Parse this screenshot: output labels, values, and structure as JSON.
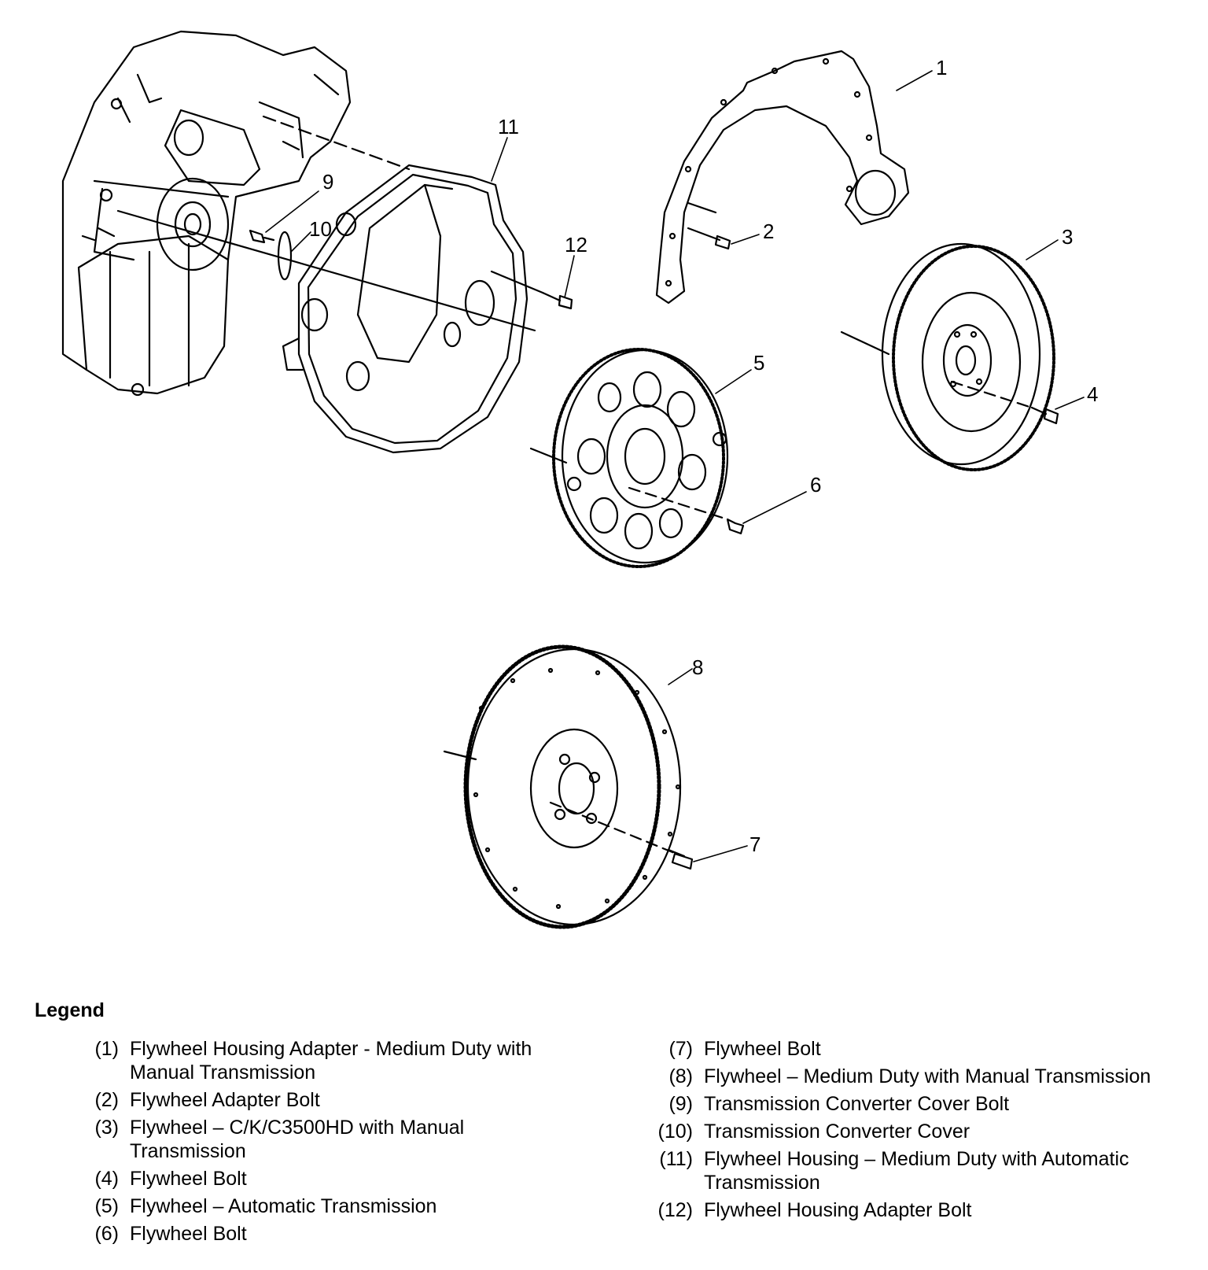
{
  "callouts": {
    "c1": "1",
    "c2": "2",
    "c3": "3",
    "c4": "4",
    "c5": "5",
    "c6": "6",
    "c7": "7",
    "c8": "8",
    "c9": "9",
    "c10": "10",
    "c11": "11",
    "c12": "12"
  },
  "legend": {
    "title": "Legend",
    "left": [
      {
        "num": "(1)",
        "text": "Flywheel Housing Adapter - Medium Duty with Manual Transmission"
      },
      {
        "num": "(2)",
        "text": "Flywheel Adapter Bolt"
      },
      {
        "num": "(3)",
        "text": "Flywheel – C/K/C3500HD with Manual Transmission"
      },
      {
        "num": "(4)",
        "text": "Flywheel Bolt"
      },
      {
        "num": "(5)",
        "text": "Flywheel – Automatic Transmission"
      },
      {
        "num": "(6)",
        "text": "Flywheel Bolt"
      }
    ],
    "right": [
      {
        "num": "(7)",
        "text": "Flywheel Bolt"
      },
      {
        "num": "(8)",
        "text": "Flywheel – Medium Duty with Manual Transmission"
      },
      {
        "num": "(9)",
        "text": "Transmission Converter Cover Bolt"
      },
      {
        "num": "(10)",
        "text": "Transmission Converter Cover"
      },
      {
        "num": "(11)",
        "text": "Flywheel Housing – Medium Duty with Automatic Transmission"
      },
      {
        "num": "(12)",
        "text": "Flywheel Housing Adapter Bolt"
      }
    ]
  }
}
